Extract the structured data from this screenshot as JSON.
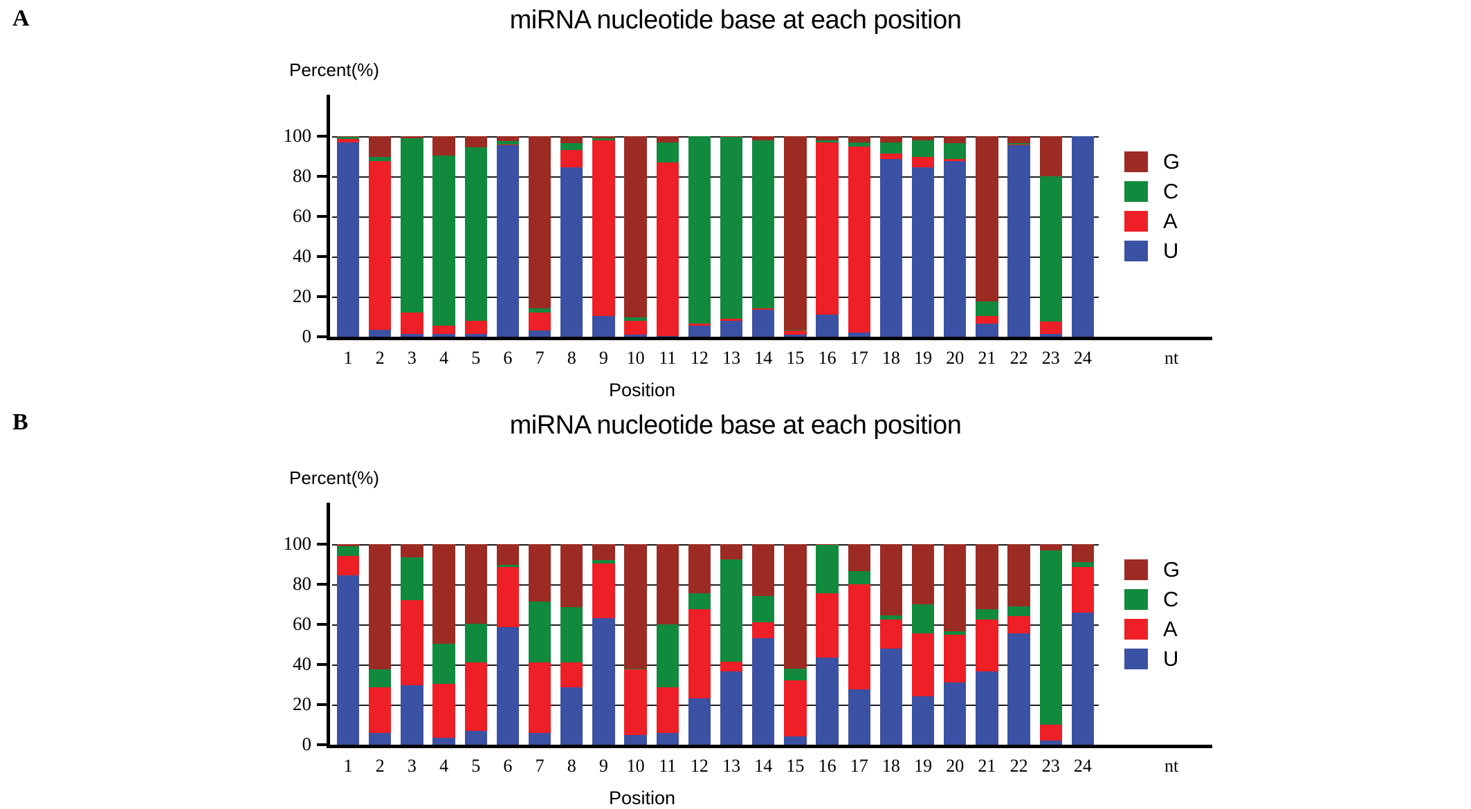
{
  "figure": {
    "panels": [
      {
        "letter": "A",
        "title": "miRNA nucleotide base at each position",
        "ylabel": "Percent(%)",
        "xlabel": "Position",
        "unit_label": "nt"
      },
      {
        "letter": "B",
        "title": "miRNA nucleotide base at each position",
        "ylabel": "Percent(%)",
        "xlabel": "Position",
        "unit_label": "nt"
      }
    ],
    "legend": {
      "entries": [
        {
          "label": "G",
          "color": "#9c2b24"
        },
        {
          "label": "C",
          "color": "#118a3e"
        },
        {
          "label": "A",
          "color": "#ee1f26"
        },
        {
          "label": "U",
          "color": "#3b51a3"
        }
      ]
    },
    "colors": {
      "G": "#9c2b24",
      "C": "#118a3e",
      "A": "#ee1f26",
      "U": "#3b51a3",
      "axis": "#000000",
      "grid": "#1a1a1a",
      "background": "#ffffff"
    }
  },
  "chart_data": [
    {
      "type": "bar",
      "stacked": true,
      "panel": "A",
      "title": "miRNA nucleotide base at each position",
      "xlabel": "Position",
      "ylabel": "Percent(%)",
      "unit_label": "nt",
      "ylim": [
        0,
        100
      ],
      "yticks": [
        0,
        20,
        40,
        60,
        80,
        100
      ],
      "ytick_labels": [
        "0",
        "20",
        "40",
        "60",
        "80",
        "100"
      ],
      "grid": true,
      "legend_position": "right",
      "categories": [
        "1",
        "2",
        "3",
        "4",
        "5",
        "6",
        "7",
        "8",
        "9",
        "10",
        "11",
        "12",
        "13",
        "14",
        "15",
        "16",
        "17",
        "18",
        "19",
        "20",
        "21",
        "22",
        "23",
        "24"
      ],
      "series": [
        {
          "name": "U",
          "color": "#3b51a3",
          "values": [
            97,
            3.5,
            1.5,
            1.5,
            1.5,
            95.5,
            3,
            84.5,
            10.5,
            1,
            0.5,
            5.5,
            8,
            13.5,
            1,
            11,
            2,
            88.5,
            84.5,
            87.5,
            6.5,
            95.5,
            1.5,
            100
          ]
        },
        {
          "name": "A",
          "color": "#ee1f26",
          "values": [
            1.5,
            84,
            10.5,
            4,
            6.5,
            0.5,
            9,
            8.5,
            87.5,
            7,
            86.5,
            1,
            1,
            0.5,
            2,
            86,
            93,
            3,
            5,
            1,
            4,
            0.5,
            6,
            0
          ]
        },
        {
          "name": "C",
          "color": "#118a3e",
          "values": [
            1,
            2,
            87,
            85,
            86.5,
            1.5,
            2,
            3.5,
            1,
            1.5,
            10,
            93.5,
            90.5,
            84,
            0.5,
            1,
            2,
            5.5,
            8.5,
            8,
            7,
            0.5,
            72.5,
            0
          ]
        },
        {
          "name": "G",
          "color": "#9c2b24",
          "values": [
            0.5,
            10.5,
            1,
            9.5,
            5.5,
            2.5,
            86,
            3.5,
            1,
            90.5,
            3,
            0,
            0.5,
            2,
            96.5,
            2,
            3,
            3,
            2,
            3.5,
            82.5,
            3.5,
            20,
            0
          ]
        }
      ]
    },
    {
      "type": "bar",
      "stacked": true,
      "panel": "B",
      "title": "miRNA nucleotide base at each position",
      "xlabel": "Position",
      "ylabel": "Percent(%)",
      "unit_label": "nt",
      "ylim": [
        0,
        100
      ],
      "yticks": [
        0,
        20,
        40,
        60,
        80,
        100
      ],
      "ytick_labels": [
        "0",
        "20",
        "40",
        "60",
        "80",
        "100"
      ],
      "grid": true,
      "legend_position": "right",
      "categories": [
        "1",
        "2",
        "3",
        "4",
        "5",
        "6",
        "7",
        "8",
        "9",
        "10",
        "11",
        "12",
        "13",
        "14",
        "15",
        "16",
        "17",
        "18",
        "19",
        "20",
        "21",
        "22",
        "23",
        "24"
      ],
      "series": [
        {
          "name": "U",
          "color": "#3b51a3",
          "values": [
            84.5,
            6,
            29.5,
            3.5,
            7,
            58.5,
            6,
            28.5,
            63,
            5,
            6,
            23,
            36.5,
            53,
            4,
            43.5,
            27.5,
            48,
            24,
            31,
            36.5,
            55.5,
            2,
            66
          ]
        },
        {
          "name": "A",
          "color": "#ee1f26",
          "values": [
            9.5,
            22.5,
            42.5,
            27,
            34,
            30,
            35,
            12.5,
            27.5,
            32.5,
            22.5,
            44.5,
            5,
            8,
            28,
            32,
            52.5,
            14.5,
            31.5,
            24,
            26,
            8.5,
            8,
            22.5
          ]
        },
        {
          "name": "C",
          "color": "#118a3e",
          "values": [
            5,
            9,
            21.5,
            20,
            19.5,
            1,
            30.5,
            27.5,
            1.5,
            0.5,
            31.5,
            8,
            51,
            13,
            6,
            24,
            6.5,
            2,
            14.5,
            1.5,
            5,
            5,
            87,
            2.5
          ]
        },
        {
          "name": "G",
          "color": "#9c2b24",
          "values": [
            1,
            62.5,
            6.5,
            49.5,
            39.5,
            10.5,
            28.5,
            31.5,
            8,
            62,
            40,
            24.5,
            7.5,
            26,
            62,
            0.5,
            13.5,
            35.5,
            30,
            43.5,
            32.5,
            31,
            3,
            9
          ]
        }
      ]
    }
  ]
}
